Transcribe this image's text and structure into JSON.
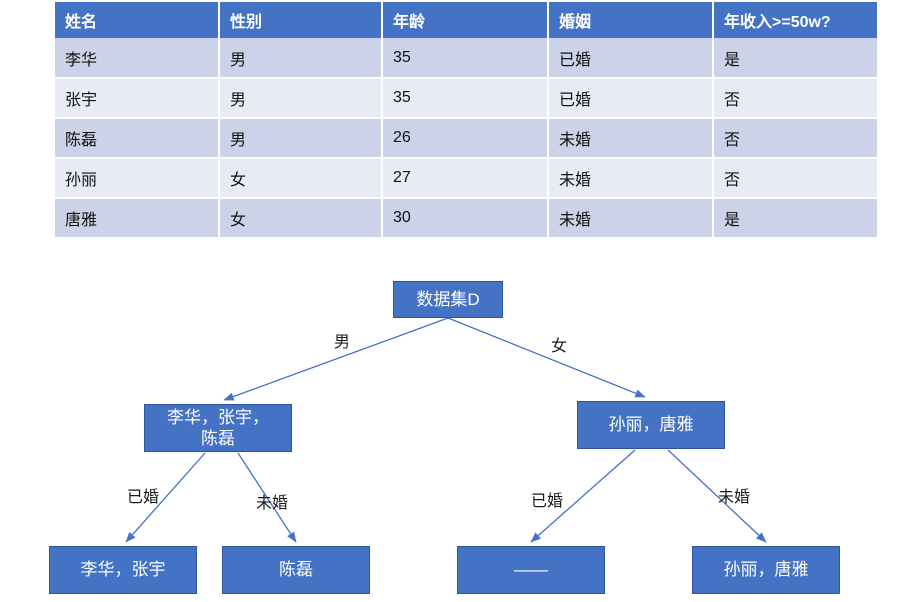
{
  "table": {
    "columns": [
      "姓名",
      "性别",
      "年龄",
      "婚姻",
      "年收入>=50w?"
    ],
    "rows": [
      [
        "李华",
        "男",
        "35",
        "已婚",
        "是"
      ],
      [
        "张宇",
        "男",
        "35",
        "已婚",
        "否"
      ],
      [
        "陈磊",
        "男",
        "26",
        "未婚",
        "否"
      ],
      [
        "孙丽",
        "女",
        "27",
        "未婚",
        "否"
      ],
      [
        "唐雅",
        "女",
        "30",
        "未婚",
        "是"
      ]
    ]
  },
  "tree": {
    "nodes": {
      "root": "数据集D",
      "mid_left_line1": "李华，张宇，",
      "mid_left_line2": "陈磊",
      "mid_right": "孙丽，唐雅",
      "leaf_1": "李华，张宇",
      "leaf_2": "陈磊",
      "leaf_3": "——",
      "leaf_4": "孙丽，唐雅"
    },
    "edge_labels": {
      "root_left": "男",
      "root_right": "女",
      "left_left": "已婚",
      "left_right": "未婚",
      "right_left": "已婚",
      "right_right": "未婚"
    }
  },
  "colors": {
    "node_fill": "#4472c4",
    "node_border": "#2f5597",
    "header_fill": "#4472c4",
    "row_odd": "#ccd2e7",
    "row_even": "#e8ebf5",
    "edge_line": "#4472c4"
  }
}
